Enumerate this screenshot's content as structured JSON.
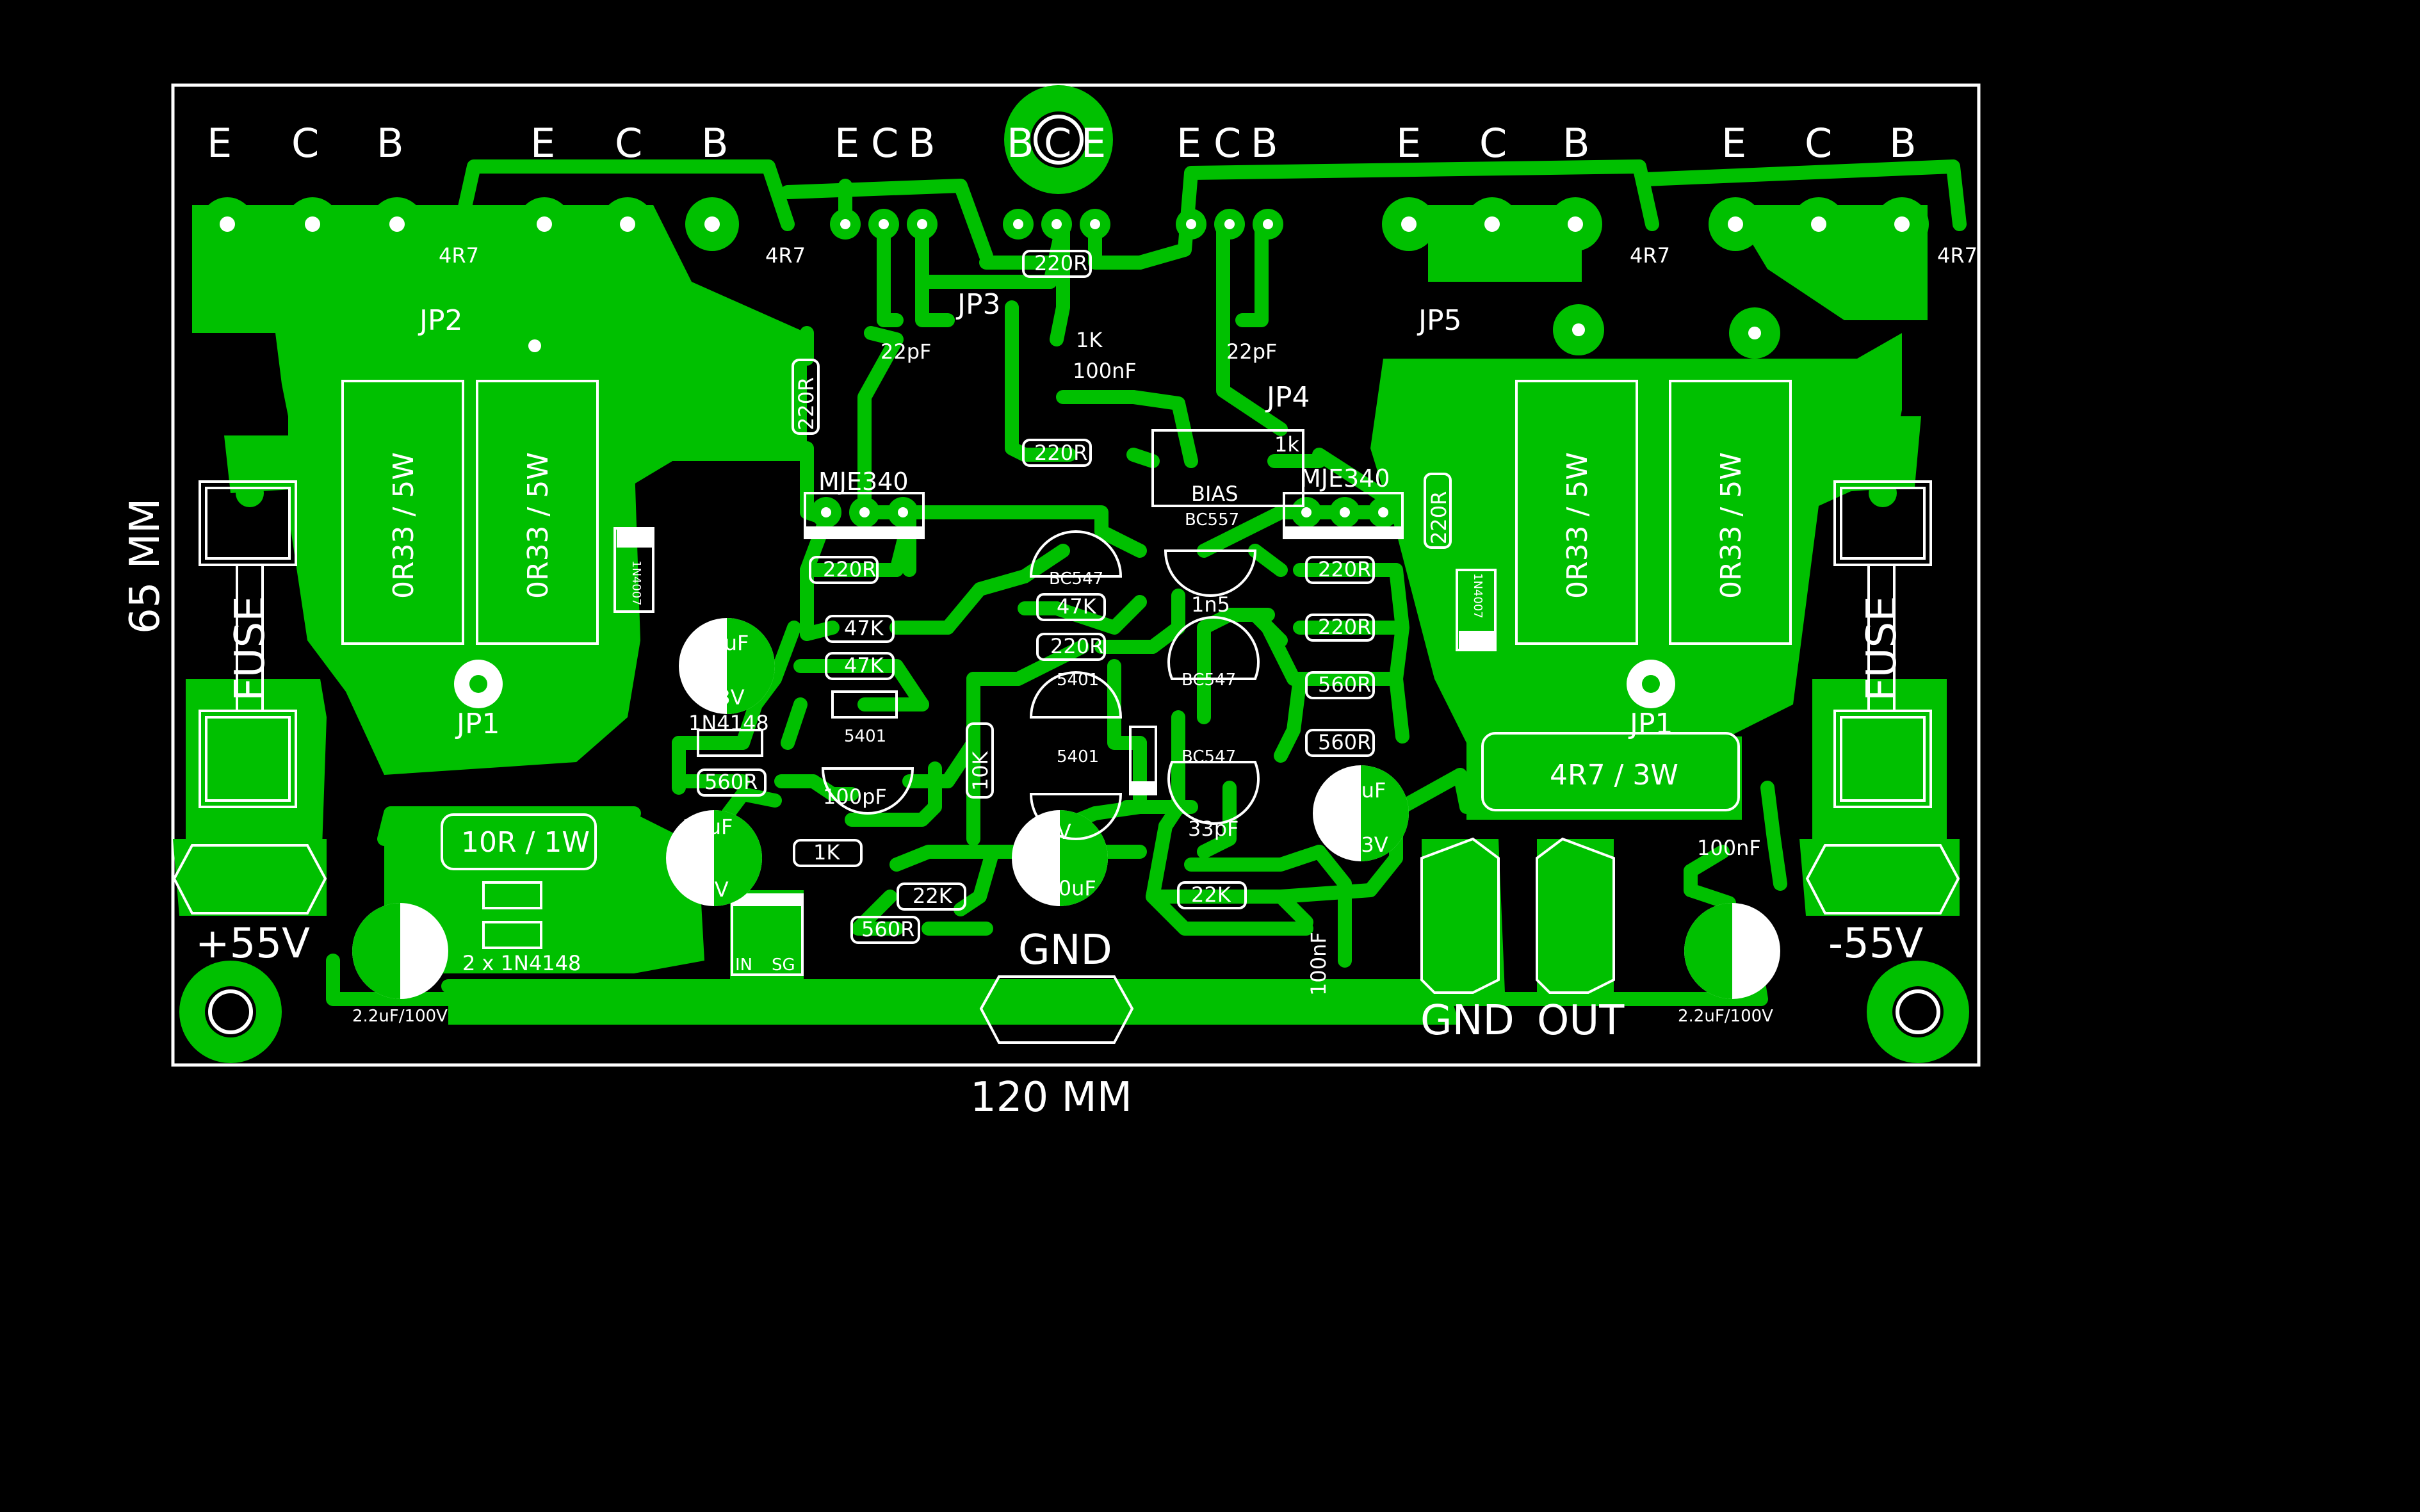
{
  "colors": {
    "background": "#000000",
    "copper": "#00c000",
    "silkscreen": "#ffffff"
  },
  "dimensions": {
    "height": "65 MM",
    "width": "120 MM"
  },
  "pins": {
    "q1": [
      "E",
      "C",
      "B"
    ],
    "q2": [
      "E",
      "C",
      "B"
    ],
    "q3": [
      "E",
      "C",
      "B"
    ],
    "q4": [
      "B",
      "C",
      "E"
    ],
    "q5": [
      "E",
      "C",
      "B"
    ],
    "q6": [
      "E",
      "C",
      "B"
    ],
    "q7": [
      "E",
      "C",
      "B"
    ]
  },
  "labels": {
    "r4r7": "4R7",
    "jp2": "JP2",
    "jp3": "JP3",
    "jp4": "JP4",
    "jp5": "JP5",
    "jp1": "JP1",
    "c22pf": "22pF",
    "r220": "220R",
    "r1k": "1K",
    "r1k_small": "1k",
    "c100nf": "100nF",
    "bias": "BIAS",
    "mje340": "MJE340",
    "bc557": "BC557",
    "bc547": "BC547",
    "s5401": "5401",
    "c1n5": "1n5",
    "r47k": "47K",
    "r560": "560R",
    "r10k": "10K",
    "r22k": "22K",
    "c22uf": "22uF",
    "v63": "63V",
    "c10uf": "10uF",
    "v25": "25V",
    "c25v": "25V",
    "c100uf": "100uF",
    "c33pf": "33pF",
    "c100pf": "100pF",
    "d1n4148": "1N4148",
    "d1n4007": "1N4007",
    "r_emitter": "0R33 / 5W",
    "r10": "10R / 1W",
    "r4r7_3w": "4R7 / 3W",
    "diodes2": "2 x 1N4148",
    "cap22": "2.2uF/100V",
    "fuse": "FUSE",
    "vplus": "+55V",
    "vminus": "-55V",
    "gnd": "GND",
    "out": "OUT",
    "in": "IN",
    "sg": "SG"
  }
}
